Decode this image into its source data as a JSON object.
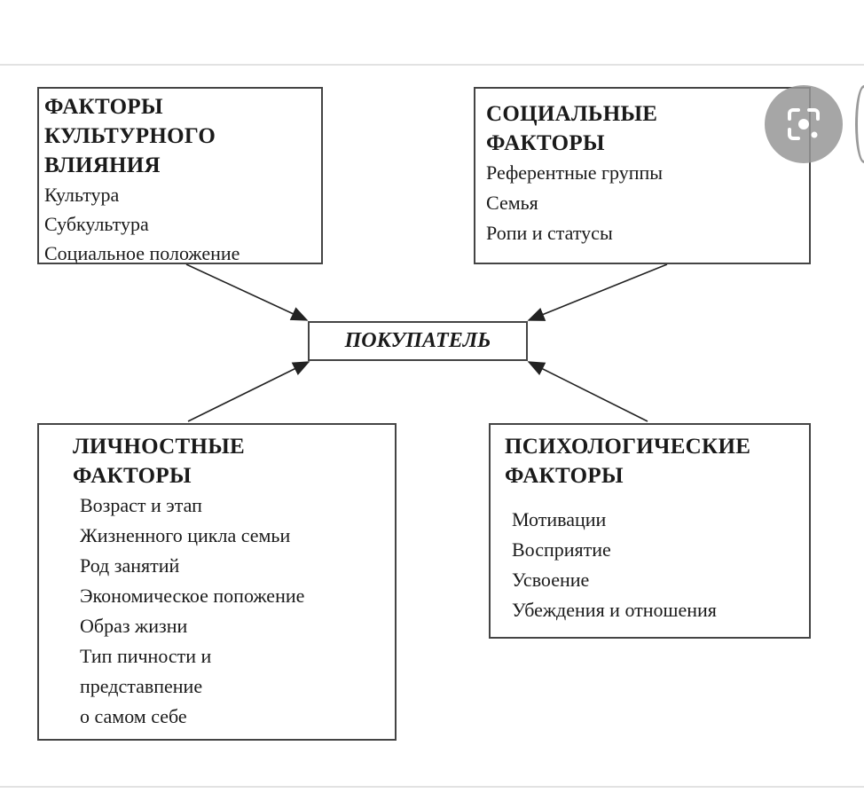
{
  "center": {
    "label": "ПОКУПАТЕЛЬ"
  },
  "boxes": {
    "cultural": {
      "title": [
        "ФАКТОРЫ",
        "КУЛЬТУРНОГО",
        "ВЛИЯНИЯ"
      ],
      "items": [
        "Культура",
        "Субкультура",
        "Социальное положение"
      ]
    },
    "social": {
      "title": [
        "СОЦИАЛЬНЫЕ",
        "ФАКТОРЫ"
      ],
      "items": [
        "Референтные группы",
        "Семья",
        "Ропи и статусы"
      ]
    },
    "personal": {
      "title": [
        "ЛИЧНОСТНЫЕ",
        "ФАКТОРЫ"
      ],
      "items": [
        "Возраст и этап",
        "Жизненного цикла семьи",
        "Род занятий",
        "Экономическое попожение",
        "Образ жизни",
        "Тип пичности и",
        "представпение",
        "о самом себе"
      ]
    },
    "psychological": {
      "title": [
        "ПСИХОЛОГИЧЕСКИЕ",
        "ФАКТОРЫ"
      ],
      "items": [
        "Мотивации",
        "Восприятие",
        "Усвоение",
        "Убеждения и отношения"
      ]
    }
  },
  "icons": {
    "lens": "google-lens-icon"
  }
}
